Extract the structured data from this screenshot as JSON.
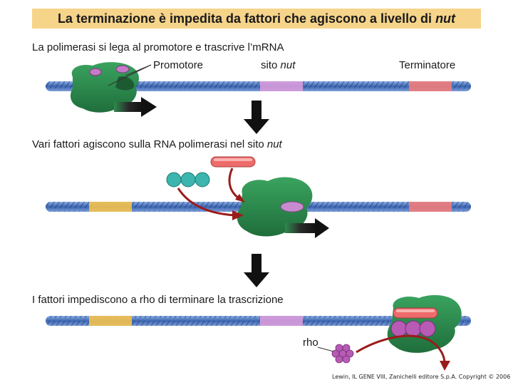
{
  "header": {
    "title_main": "La terminazione è impedita da fattori che agiscono a livello di ",
    "title_italic": "nut",
    "band_color": "#f6d48a"
  },
  "steps": [
    {
      "text": "La polimerasi si lega al promotore e trascrive l’mRNA",
      "italic": ""
    },
    {
      "text": "Vari fattori agiscono sulla RNA polimerasi nel sito ",
      "italic": "nut"
    },
    {
      "text": "I fattori impediscono a rho di terminare la trascrizione",
      "italic": ""
    }
  ],
  "labels": {
    "promoter": "Promotore",
    "nut_site_prefix": "sito ",
    "nut_site_italic": "nut",
    "terminator": "Terminatore",
    "rho": "rho"
  },
  "credit": "Lewin, IL GENE VIII, Zanichelli editore S.p.A. Copyright © 2006",
  "colors": {
    "dna": "#5a7fc0",
    "promoter": "#f2c14e",
    "nut": "#c98bd0",
    "terminator": "#e96d6d",
    "polymerase": "#2e8a4f",
    "factor_n": "#3bb5ad",
    "factor_bar": "#ee6b6b",
    "rho": "#b75bb5",
    "rna_arrow": "#9b1b1b"
  }
}
